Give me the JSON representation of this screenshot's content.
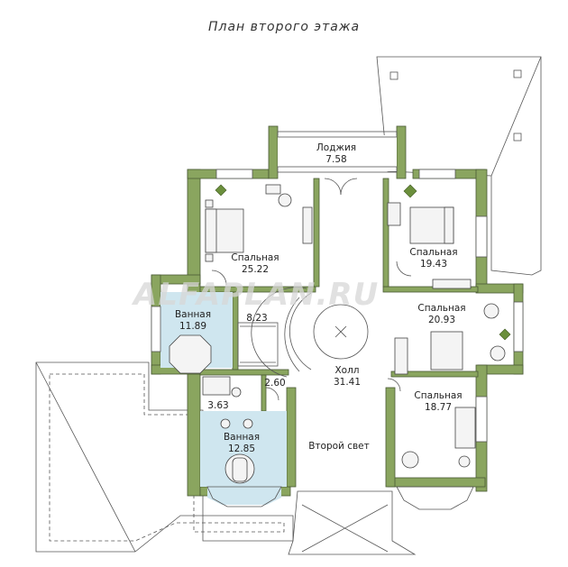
{
  "title": "План второго этажа",
  "watermark": "ALFAPLAN.RU",
  "rooms": [
    {
      "name": "Лоджия",
      "area": "7.58"
    },
    {
      "name": "Спальная",
      "area": "25.22"
    },
    {
      "name": "Спальная",
      "area": "19.43"
    },
    {
      "name": "",
      "area": "8.23"
    },
    {
      "name": "Ванная",
      "area": "11.89"
    },
    {
      "name": "Спальная",
      "area": "20.93"
    },
    {
      "name": "",
      "area": "2.60"
    },
    {
      "name": "Холл",
      "area": "31.41"
    },
    {
      "name": "",
      "area": "3.63"
    },
    {
      "name": "Спальная",
      "area": "18.77"
    },
    {
      "name": "Ванная",
      "area": "12.85"
    },
    {
      "name": "Второй свет",
      "area": ""
    }
  ],
  "colors": {
    "wall": "#8aa55f",
    "wet_room": "#cfe6ef",
    "line": "#555555"
  }
}
